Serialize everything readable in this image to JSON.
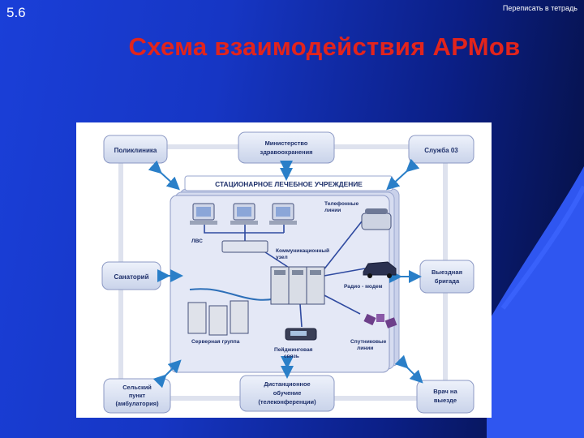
{
  "slide": {
    "number": "5.6",
    "note": "Переписать в тетрадь",
    "title": "Схема взаимодействия АРМов"
  },
  "diagram": {
    "external_nodes": {
      "clinic": "Поликлиника",
      "ministry": [
        "Министерство",
        "здравоохранения"
      ],
      "service03": "Служба 03",
      "sanatorium": "Санаторий",
      "brigade": [
        "Выездная",
        "бригада"
      ],
      "rural": [
        "Сельский",
        "пункт",
        "(амбулатория)"
      ],
      "distance": [
        "Дистанционное",
        "обучение",
        "(телеконференции)"
      ],
      "doctor": [
        "Врач на",
        "выезде"
      ]
    },
    "hospital": {
      "title": "СТАЦИОНАРНОЕ ЛЕЧЕБНОЕ УЧРЕЖДЕНИЕ",
      "lan": "ЛВС",
      "comm_node": [
        "Коммуникационный",
        "узел"
      ],
      "phone_lines": [
        "Телефонные",
        "линии"
      ],
      "radio_modem": "Радио - модем",
      "server_group": "Серверная группа",
      "pager": [
        "Пейджинговая",
        "связь"
      ],
      "satellite": [
        "Спутниковые",
        "линии"
      ]
    }
  }
}
